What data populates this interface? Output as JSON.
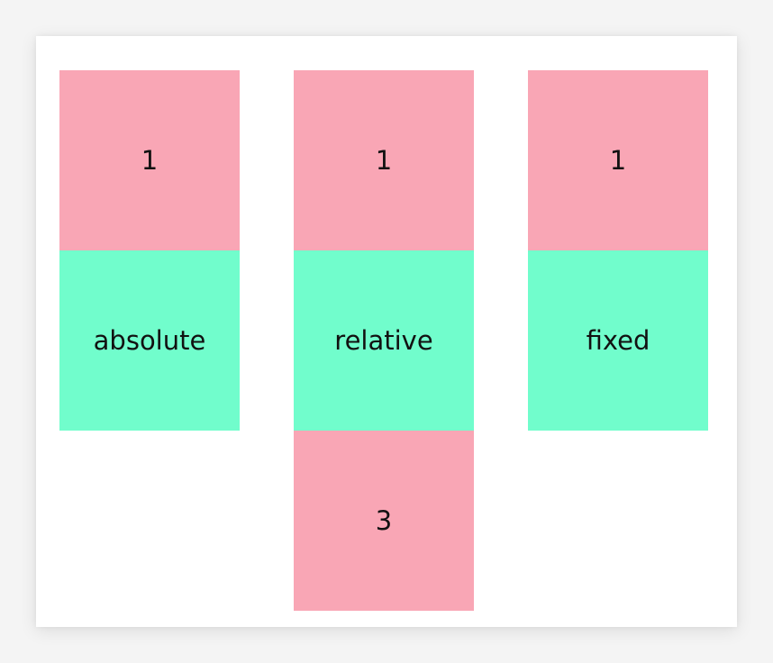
{
  "colors": {
    "pink": "#f9a6b5",
    "green": "#71fdcc",
    "canvas": "#ffffff",
    "backdrop": "#f4f4f4"
  },
  "columns": [
    {
      "boxes": [
        {
          "label": "1"
        },
        {
          "label": "absolute"
        }
      ]
    },
    {
      "boxes": [
        {
          "label": "1"
        },
        {
          "label": "relative"
        },
        {
          "label": "3"
        }
      ]
    },
    {
      "boxes": [
        {
          "label": "1"
        },
        {
          "label": "fixed"
        }
      ]
    }
  ]
}
